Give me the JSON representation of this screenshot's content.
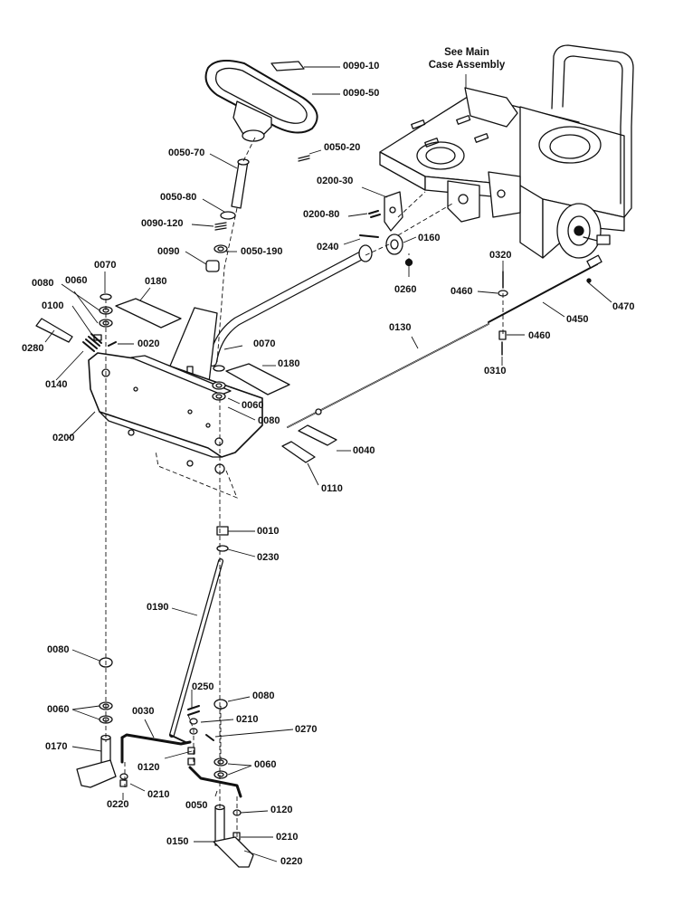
{
  "diagram": {
    "note_line1": "See Main",
    "note_line2": "Case Assembly",
    "line_color": "#111111",
    "parts": {
      "p0090_10": "0090-10",
      "p0090_50": "0090-50",
      "p0050_70": "0050-70",
      "p0050_20": "0050-20",
      "p0050_80": "0050-80",
      "p0090_120": "0090-120",
      "p0090": "0090",
      "p0050_190": "0050-190",
      "p0200_30": "0200-30",
      "p0200_80": "0200-80",
      "p0240": "0240",
      "p0160": "0160",
      "p0260": "0260",
      "p0320": "0320",
      "p0460a": "0460",
      "p0470": "0470",
      "p0450": "0450",
      "p0460b": "0460",
      "p0310": "0310",
      "p0130": "0130",
      "p0070a": "0070",
      "p0080a": "0080",
      "p0060a": "0060",
      "p0180a": "0180",
      "p0100": "0100",
      "p0280": "0280",
      "p0020": "0020",
      "p0140": "0140",
      "p0070b": "0070",
      "p0180b": "0180",
      "p0060b": "0060",
      "p0080b": "0080",
      "p0200": "0200",
      "p0040": "0040",
      "p0110": "0110",
      "p0010": "0010",
      "p0230": "0230",
      "p0190": "0190",
      "p0080c": "0080",
      "p0250": "0250",
      "p0080d": "0080",
      "p0060c": "0060",
      "p0210a": "0210",
      "p0030": "0030",
      "p0270": "0270",
      "p0170": "0170",
      "p0120a": "0120",
      "p0060d": "0060",
      "p0220a": "0220",
      "p0210b": "0210",
      "p0050": "0050",
      "p0120b": "0120",
      "p0210c": "0210",
      "p0150": "0150",
      "p0220b": "0220"
    }
  }
}
